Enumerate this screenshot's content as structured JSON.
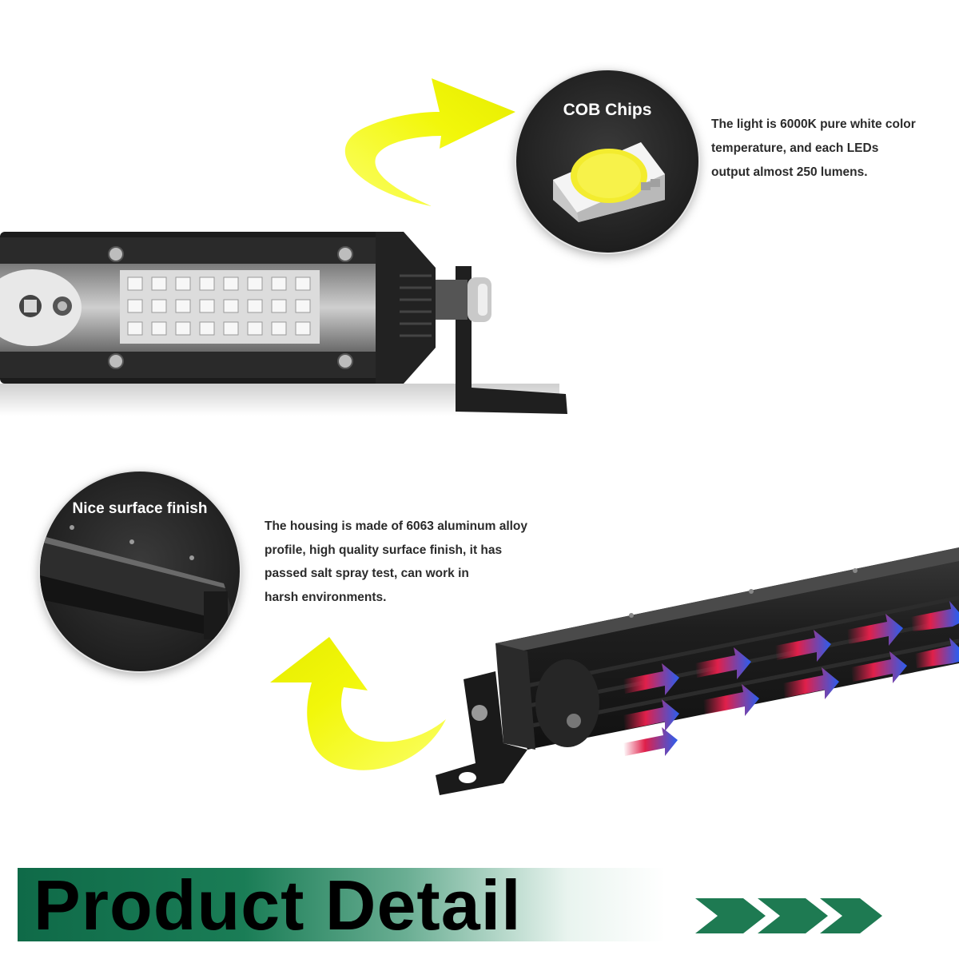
{
  "cob_section": {
    "bubble_title": "COB Chips",
    "description_lines": [
      "The light is 6000K pure white color",
      "temperature, and each LEDs",
      "output almost 250 lumens."
    ]
  },
  "finish_section": {
    "bubble_title": "Nice surface finish",
    "description_lines": [
      "The housing is made of 6063 aluminum alloy",
      "profile, high quality surface finish, it has",
      "passed salt spray test, can work in",
      "harsh environments."
    ]
  },
  "banner": {
    "title": "Product Detail"
  },
  "colors": {
    "arrow_yellow": "#f2f70a",
    "banner_green": "#0f6a48",
    "chevron_green": "#1e7a52",
    "bubble_dark": "#262626",
    "airflow_red": "#e0204a",
    "airflow_blue": "#2a5ef0"
  },
  "icons": [
    "curved-arrow-icon",
    "led-chip-icon",
    "chevron-right-icon"
  ]
}
